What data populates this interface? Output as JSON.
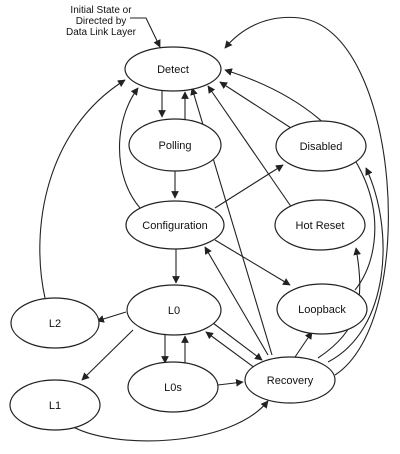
{
  "diagram": {
    "note_lines": [
      "Initial State or",
      "Directed by",
      "Data Link Layer"
    ],
    "nodes": {
      "detect": "Detect",
      "polling": "Polling",
      "disabled": "Disabled",
      "configuration": "Configuration",
      "hot_reset": "Hot Reset",
      "l0": "L0",
      "l2": "L2",
      "loopback": "Loopback",
      "l0s": "L0s",
      "recovery": "Recovery",
      "l1": "L1"
    }
  }
}
